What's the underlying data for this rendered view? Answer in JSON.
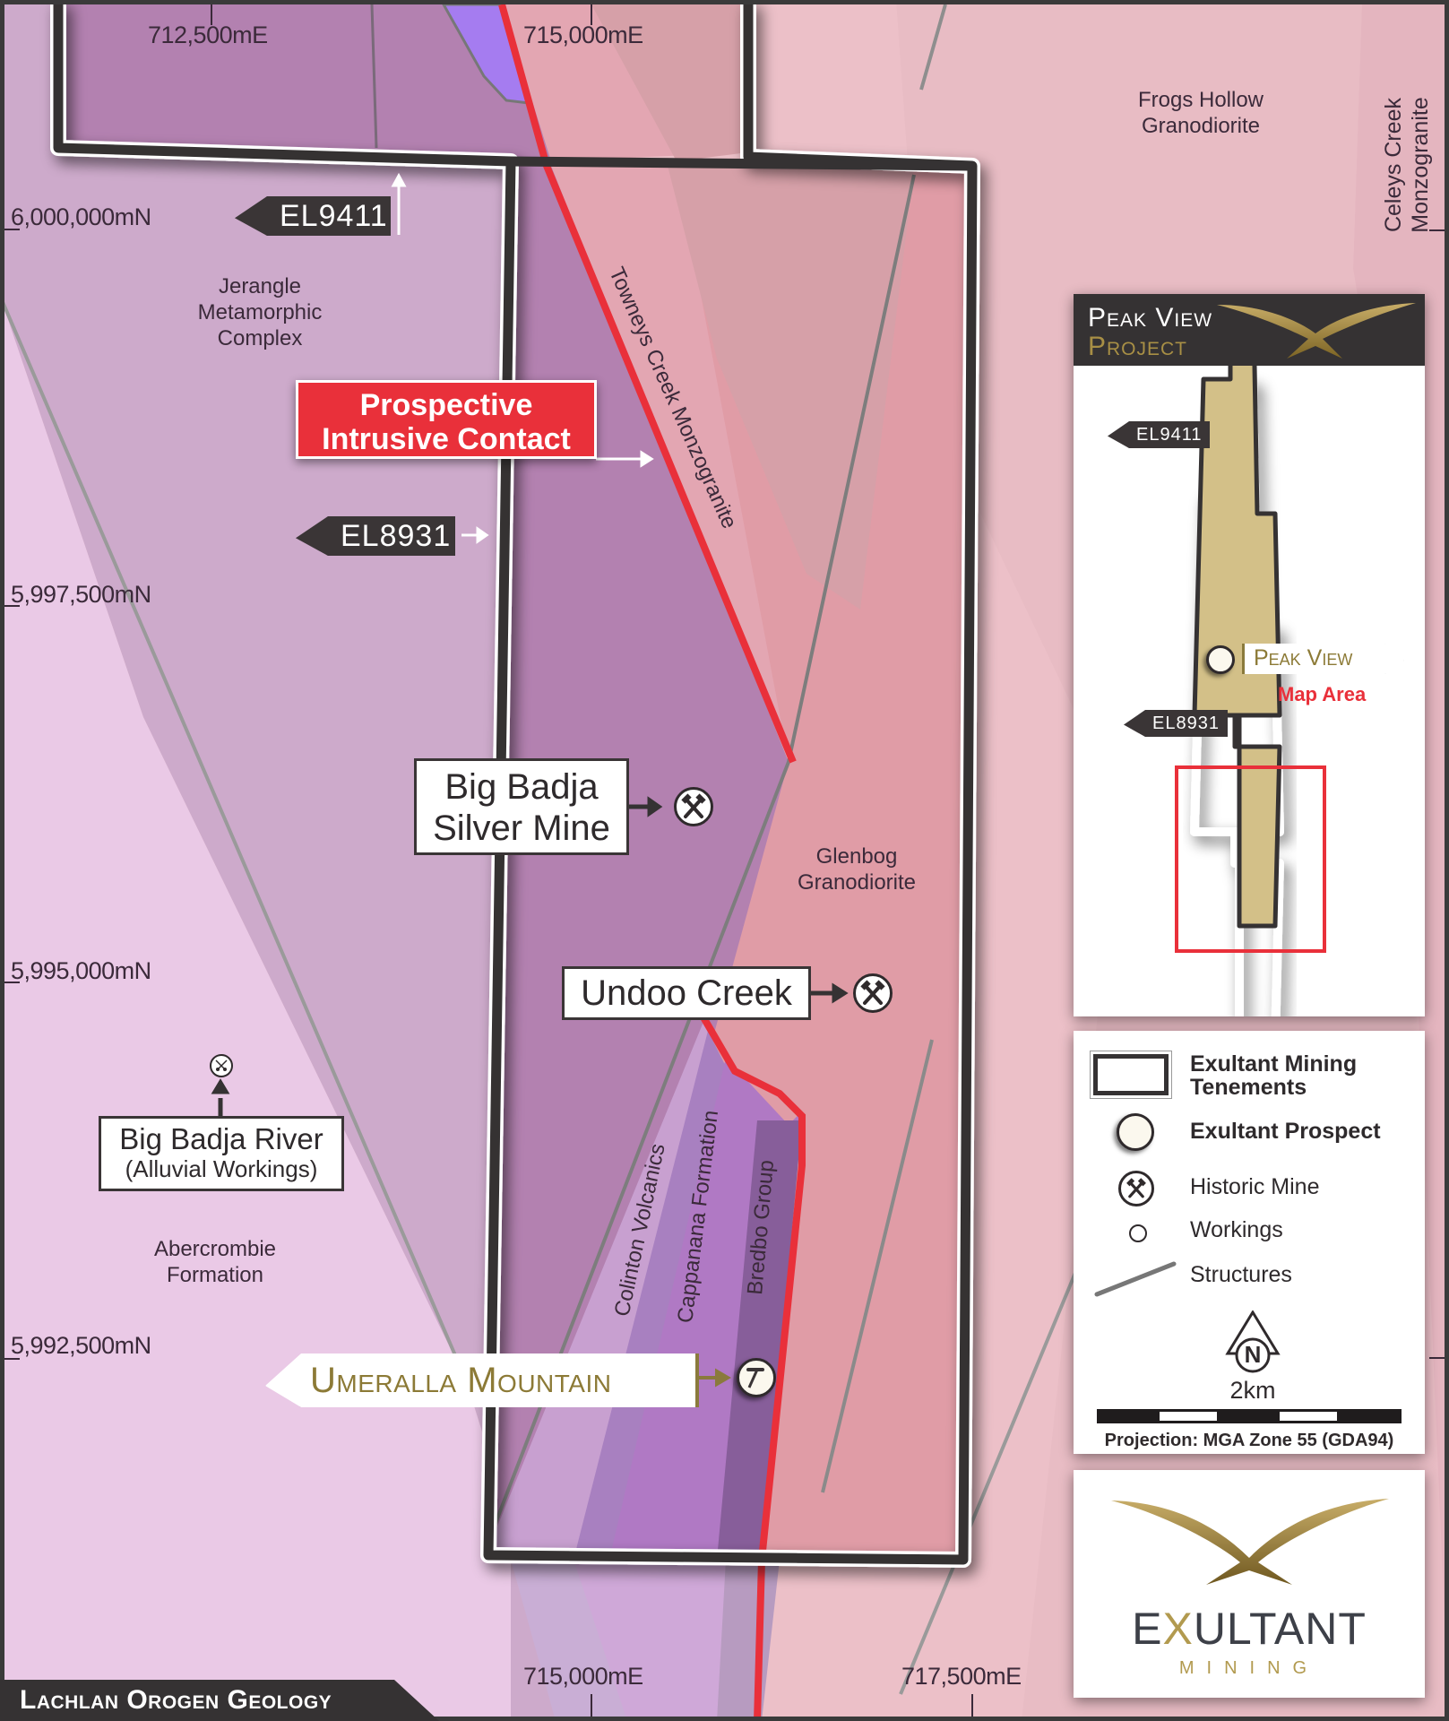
{
  "map": {
    "title": "Lachlan Orogen Geology",
    "easting_labels_top": [
      "712,500mE",
      "715,000mE"
    ],
    "easting_labels_bottom": [
      "715,000mE",
      "717,500mE"
    ],
    "northing_labels": [
      "6,000,000mN",
      "5,997,500mN",
      "5,995,000mN",
      "5,992,500mN"
    ],
    "units": {
      "jerangle": "Jerangle\nMetamorphic\nComplex",
      "frogs_hollow": "Frogs Hollow\nGranodiorite",
      "celeys_creek": "Celeys Creek\nMonzogranite",
      "towneys_creek": "Towneys Creek Monzogranite",
      "glenbog": "Glenbog\nGranodiorite",
      "abercrombie": "Abercrombie\nFormation",
      "colinton": "Colinton Volcanics",
      "cappanana": "Cappanana Formation",
      "bredbo": "Bredbo Group"
    },
    "tenements": {
      "el9411": "EL9411",
      "el8931": "EL8931"
    },
    "callouts": {
      "prospective_line1": "Prospective",
      "prospective_line2": "Intrusive Contact",
      "big_badja_line1": "Big Badja",
      "big_badja_line2": "Silver Mine",
      "undoo_creek": "Undoo Creek",
      "big_badja_river_line1": "Big Badja River",
      "big_badja_river_line2": "(Alluvial Workings)",
      "umeralla": "Umeralla Mountain"
    },
    "colors": {
      "contact_red": "#e9303a",
      "tenement_border": "#353233",
      "gold": "#a88f45"
    }
  },
  "inset": {
    "title_line1": "Peak View",
    "title_line2": "Project",
    "el9411": "EL9411",
    "el8931": "EL8931",
    "peak_view": "Peak View",
    "map_area": "Map Area"
  },
  "legend": {
    "items": [
      {
        "icon": "tenement-box-icon",
        "label": "Exultant Mining Tenements",
        "bold": true
      },
      {
        "icon": "pick-prospect-icon",
        "label": "Exultant Prospect",
        "bold": true
      },
      {
        "icon": "crossed-hammers-icon",
        "label": "Historic Mine",
        "bold": false
      },
      {
        "icon": "workings-icon",
        "label": "Workings",
        "bold": false
      },
      {
        "icon": "structure-line-icon",
        "label": "Structures",
        "bold": false
      }
    ],
    "north": "N",
    "scale_label": "2km",
    "projection": "Projection: MGA Zone 55 (GDA94)"
  },
  "logo": {
    "name_pre": "E",
    "name_x": "X",
    "name_post": "ULTANT",
    "sub": "MINING"
  }
}
